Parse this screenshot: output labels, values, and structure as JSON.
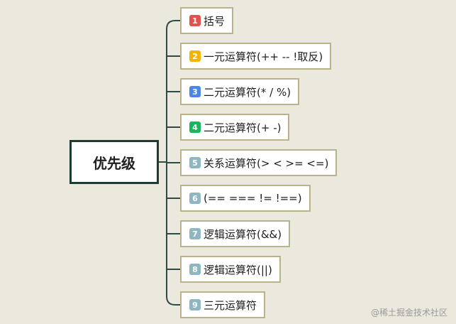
{
  "root": {
    "label": "优先级"
  },
  "nodes": [
    {
      "number": "1",
      "label": "括号",
      "badge_color": "#e8504c"
    },
    {
      "number": "2",
      "label": "一元运算符(++ -- !取反)",
      "badge_color": "#f4b400"
    },
    {
      "number": "3",
      "label": "二元运算符(* / %)",
      "badge_color": "#4a86e8"
    },
    {
      "number": "4",
      "label": "二元运算符(+ -)",
      "badge_color": "#17b65a"
    },
    {
      "number": "5",
      "label": "关系运算符(> < >= <=)",
      "badge_color": "#8fb7c1"
    },
    {
      "number": "6",
      "label": "(== === != !==)",
      "badge_color": "#8fb7c1"
    },
    {
      "number": "7",
      "label": "逻辑运算符(&&)",
      "badge_color": "#8fb7c1"
    },
    {
      "number": "8",
      "label": "逻辑运算符(||)",
      "badge_color": "#8fb7c1"
    },
    {
      "number": "9",
      "label": "三元运算符",
      "badge_color": "#8fb7c1"
    }
  ],
  "watermark": "@稀土掘金技术社区",
  "colors": {
    "background": "#ebe8de",
    "connector": "#2f4a44",
    "node_border": "#b9b28a",
    "root_border": "#1f3a33"
  }
}
